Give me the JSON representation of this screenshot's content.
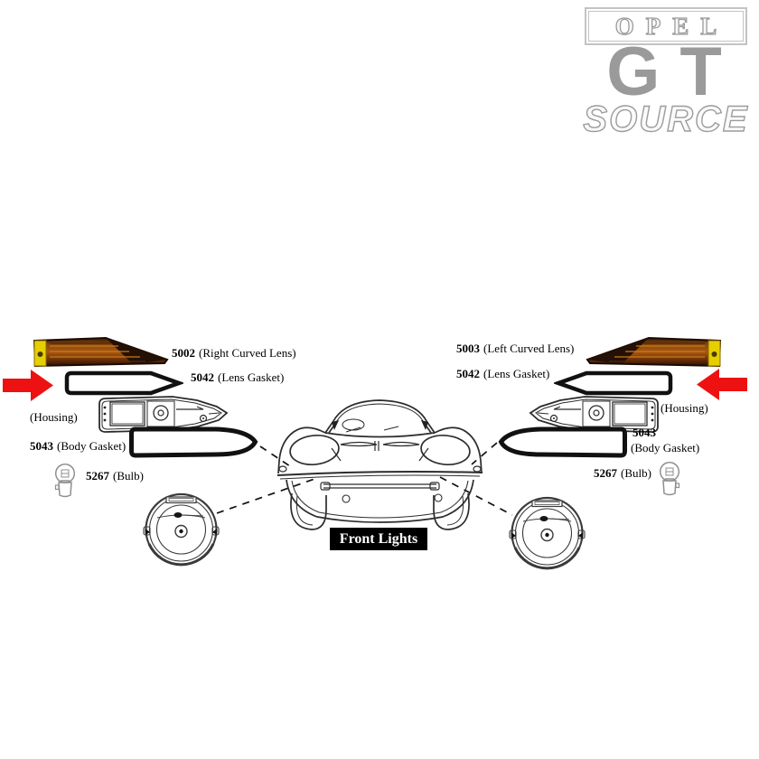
{
  "logo": {
    "opel": "OPEL",
    "gt": "GT",
    "source": "SOURCE"
  },
  "caption": {
    "label": "Front Lights"
  },
  "left_group": {
    "curved_lens": {
      "part_no": "5002",
      "desc": "(Right Curved Lens)"
    },
    "lens_gasket": {
      "part_no": "5042",
      "desc": "(Lens Gasket)"
    },
    "housing": {
      "desc": "(Housing)"
    },
    "body_gasket": {
      "part_no": "5043",
      "desc": "(Body Gasket)"
    },
    "bulb": {
      "part_no": "5267",
      "desc": "(Bulb)"
    }
  },
  "right_group": {
    "curved_lens": {
      "part_no": "5003",
      "desc": "(Left Curved Lens)"
    },
    "lens_gasket": {
      "part_no": "5042",
      "desc": "(Lens Gasket)"
    },
    "housing": {
      "desc": "(Housing)"
    },
    "body_gasket": {
      "part_no": "5043",
      "desc": "(Body Gasket)"
    },
    "bulb": {
      "part_no": "5267",
      "desc": "(Bulb)"
    }
  },
  "colors": {
    "arrow_red": "#ee1111",
    "lens_amber": "#8a4a10",
    "lens_tab_yellow": "#e6cf00",
    "logo_gray": "#9a9a9a",
    "caption_bg": "#000000",
    "caption_fg": "#ffffff"
  }
}
